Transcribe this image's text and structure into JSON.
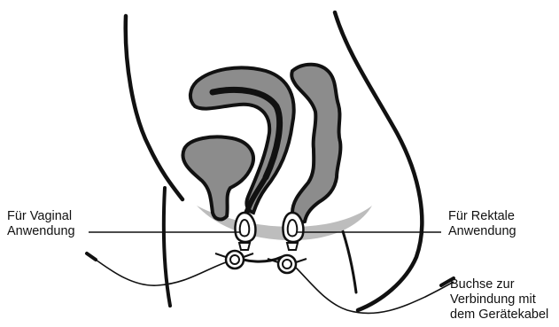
{
  "labels": {
    "vaginal": {
      "line1": "Für Vaginal",
      "line2": "Anwendung"
    },
    "rectal": {
      "line1": "Für Rektale",
      "line2": "Anwendung"
    },
    "socket": {
      "line1": "Buchse zur",
      "line2": "Verbindung mit",
      "line3": "dem Gerätekabel"
    }
  },
  "colors": {
    "outline": "#111111",
    "organ_fill": "#8a8a8a",
    "pelvic_floor": "#b8b8b8",
    "background": "#ffffff"
  }
}
